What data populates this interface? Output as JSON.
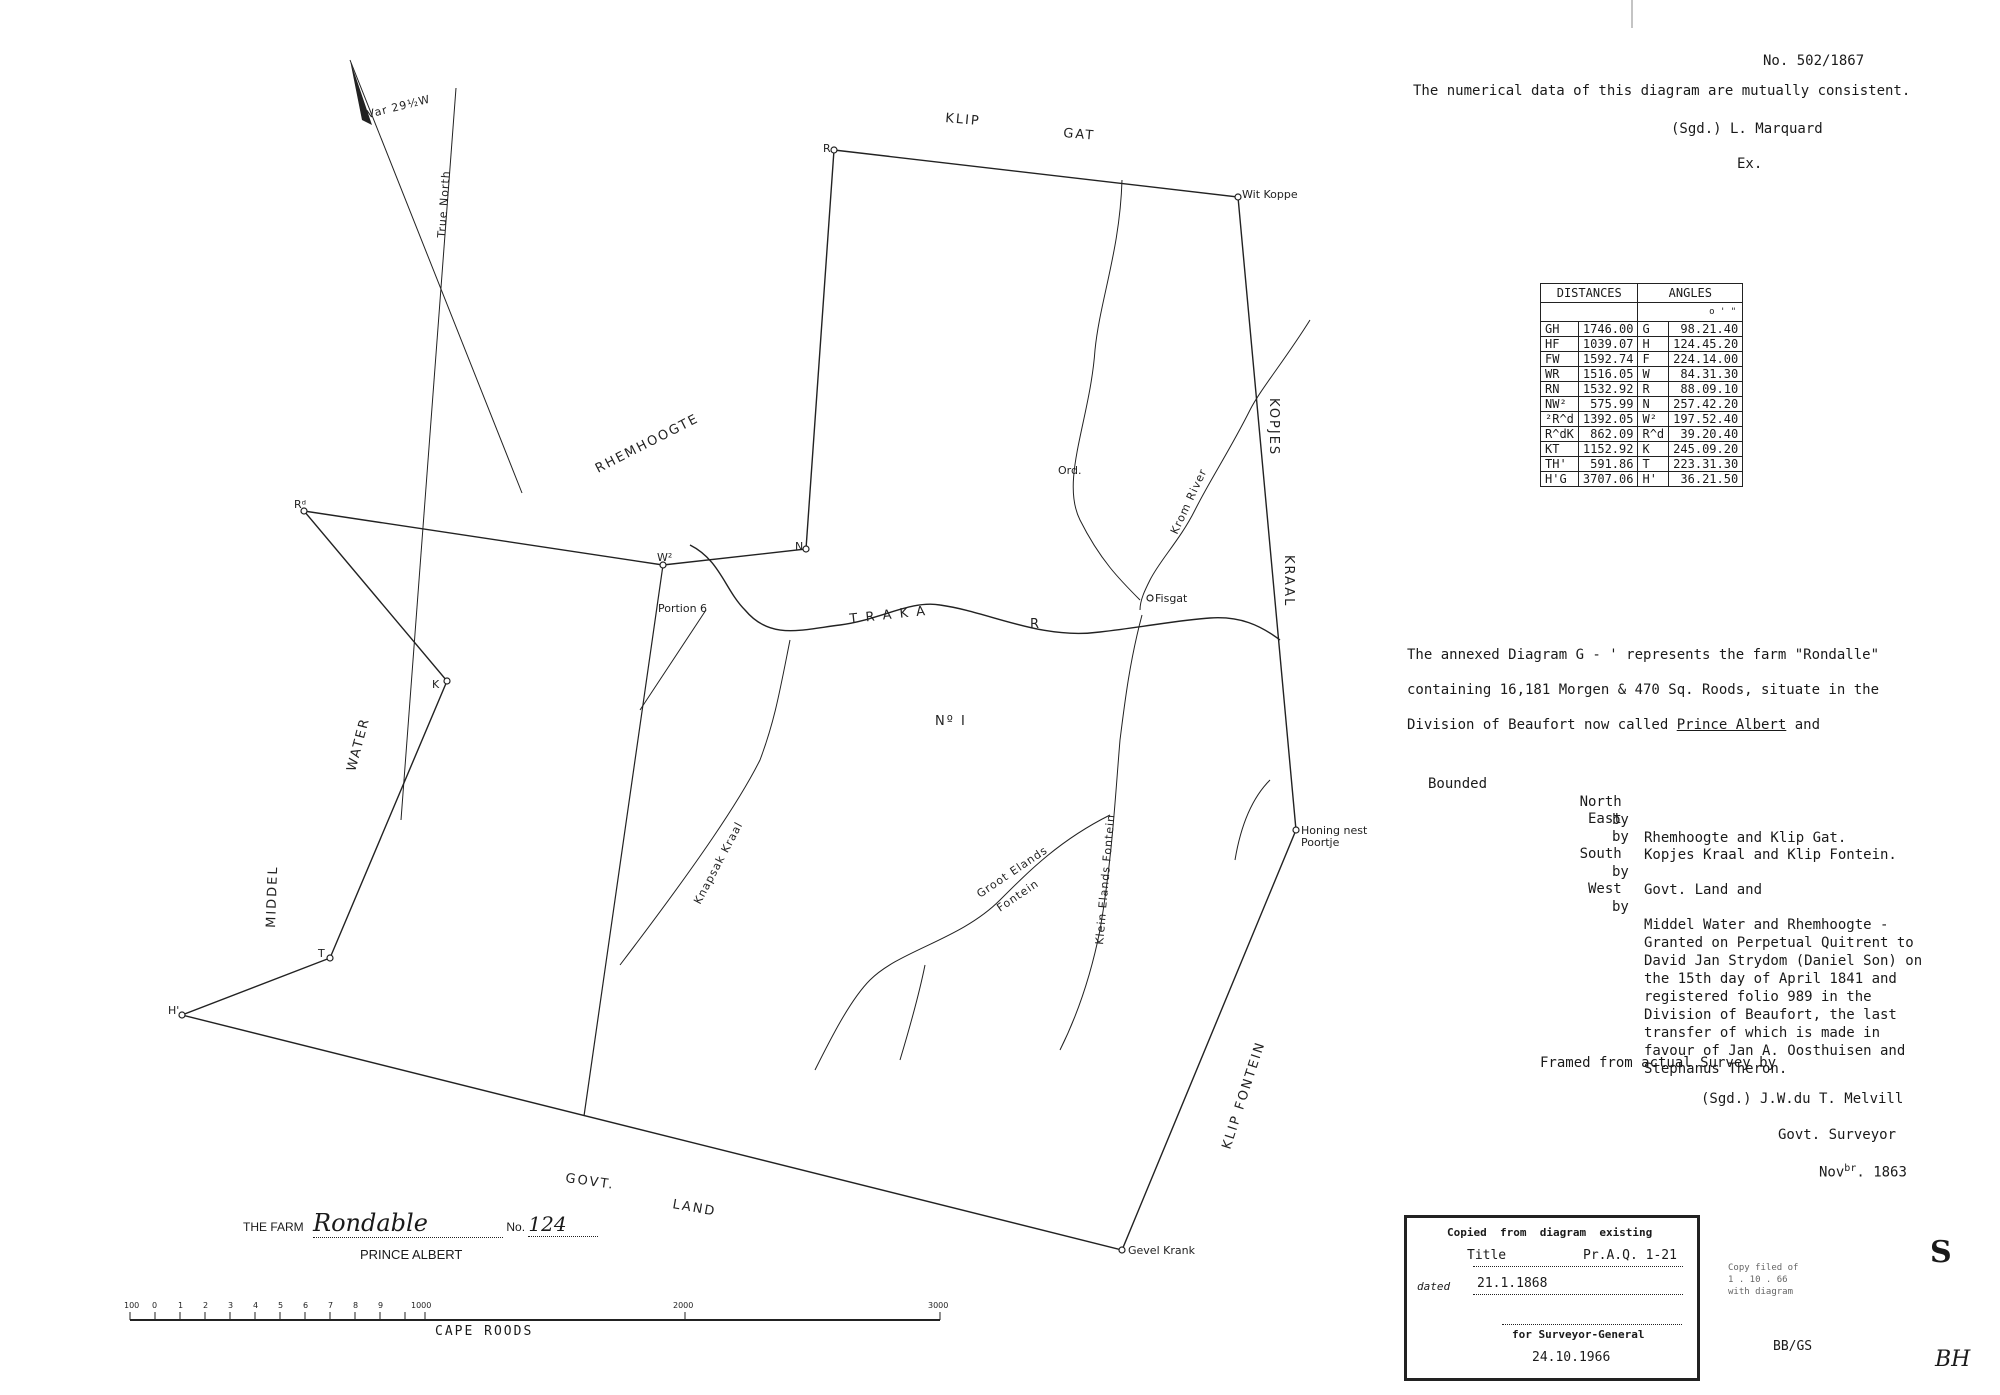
{
  "header": {
    "diagram_no": "No. 502/1867",
    "consistent": "The numerical data of this diagram are mutually consistent.",
    "signed_by": "(Sgd.) L. Marquard",
    "ex": "Ex."
  },
  "table": {
    "distances_header": "DISTANCES",
    "angles_header": "ANGLES",
    "units": "o   '   \"",
    "rows": [
      {
        "line": "GH",
        "dist": "1746.00",
        "pt": "G",
        "angle": "98.21.40"
      },
      {
        "line": "HF",
        "dist": "1039.07",
        "pt": "H",
        "angle": "124.45.20"
      },
      {
        "line": "FW",
        "dist": "1592.74",
        "pt": "F",
        "angle": "224.14.00"
      },
      {
        "line": "WR",
        "dist": "1516.05",
        "pt": "W",
        "angle": "84.31.30"
      },
      {
        "line": "RN",
        "dist": "1532.92",
        "pt": "R",
        "angle": "88.09.10"
      },
      {
        "line": "NW²",
        "dist": "575.99",
        "pt": "N",
        "angle": "257.42.20"
      },
      {
        "line": "²R^d",
        "dist": "1392.05",
        "pt": "W²",
        "angle": "197.52.40"
      },
      {
        "line": "R^dK",
        "dist": "862.09",
        "pt": "R^d",
        "angle": "39.20.40"
      },
      {
        "line": "KT",
        "dist": "1152.92",
        "pt": "K",
        "angle": "245.09.20"
      },
      {
        "line": "TH'",
        "dist": "591.86",
        "pt": "T",
        "angle": "223.31.30"
      },
      {
        "line": "H'G",
        "dist": "3707.06",
        "pt": "H'",
        "angle": "36.21.50"
      }
    ]
  },
  "description": {
    "line1": "The annexed Diagram G - ' represents the farm \"Rondalle\"",
    "line2": "containing 16,181 Morgen & 470 Sq. Roods, situate in the",
    "line3_pre": "Division of Beaufort now called ",
    "line3_ul": "Prince Albert",
    "line3_post": " and"
  },
  "bounded": {
    "intro": "Bounded",
    "by": "by",
    "north_key": "North",
    "north": "Rhemhoogte and Klip Gat.",
    "east_key": "East",
    "east": "Kopjes Kraal and Klip Fontein.",
    "south_key": "South",
    "south": "Govt. Land and",
    "west_key": "West",
    "west": [
      "Middel Water and Rhemhoogte -",
      "Granted on Perpetual Quitrent to",
      "David Jan Strydom (Daniel Son) on",
      "the 15th day of April 1841 and",
      "registered folio 989 in the",
      "Division of Beaufort, the last",
      "transfer of which is made in",
      "favour of Jan A. Oosthuisen and",
      "Stephanus Theron."
    ]
  },
  "survey": {
    "framed": "Framed from actual Survey by",
    "signed_by": "(Sgd.) J.W.du T. Melvill",
    "title": "Govt. Surveyor",
    "date_pre": "Nov",
    "date_sup": "br",
    "date_post": ". 1863"
  },
  "map": {
    "regions": {
      "klip_gat_1": "KLIP",
      "klip_gat_2": "GAT",
      "rhemhoogte": "RHEMHOOGTE",
      "kopjes": "KOPJES",
      "kraal": "KRAAL",
      "middel": "MIDDEL",
      "water": "WATER",
      "govt": "GOVT.",
      "land": "LAND",
      "klip_fontein": "KLIP   FONTEIN",
      "traka": "T  R  A  K  A",
      "traka_r": "R",
      "no1": "Nº I",
      "portion": "Portion 6"
    },
    "points": {
      "R": "R",
      "wit_koppe": "Wit Koppe",
      "Rd": "Rᵈ",
      "N": "N",
      "W2": "W²",
      "K": "K",
      "T": "T",
      "H": "H'",
      "fisgat": "Fisgat",
      "honing_1": "Honing nest",
      "honing_2": "Poortje",
      "gevel": "Gevel Krank",
      "ord": "Ord."
    },
    "rivers": {
      "krom": "Krom River",
      "knapsak": "Knapsak Kraal",
      "groot_1": "Groot Elands",
      "groot_2": "Fontein",
      "klein": "Klein Elands Fontein"
    },
    "variation": "Var 29½W",
    "true_north": "True North"
  },
  "farm": {
    "label": "THE FARM",
    "name": "Rondable",
    "no_label": "No.",
    "no": "124",
    "district": "PRINCE ALBERT"
  },
  "scale": {
    "ticks": [
      "100",
      "0",
      "1",
      "2",
      "3",
      "4",
      "5",
      "6",
      "7",
      "8",
      "9",
      "1000",
      "2000",
      "3000"
    ],
    "unit": "CAPE  ROODS"
  },
  "stamp": {
    "copied": "Copied  from  diagram  existing",
    "title_label": "Title",
    "deed_no": "Pr.A.Q. 1-21",
    "dated_label": "dated",
    "dated": "21.1.1868",
    "for_sg": "for Surveyor-General",
    "date": "24.10.1966",
    "initials": "BB/GS"
  },
  "stamp2": {
    "l1": "Copy filed of",
    "l2": "1 . 10 . 66",
    "l3": "with diagram"
  },
  "marks": {
    "s": "S",
    "bh": "BH"
  }
}
